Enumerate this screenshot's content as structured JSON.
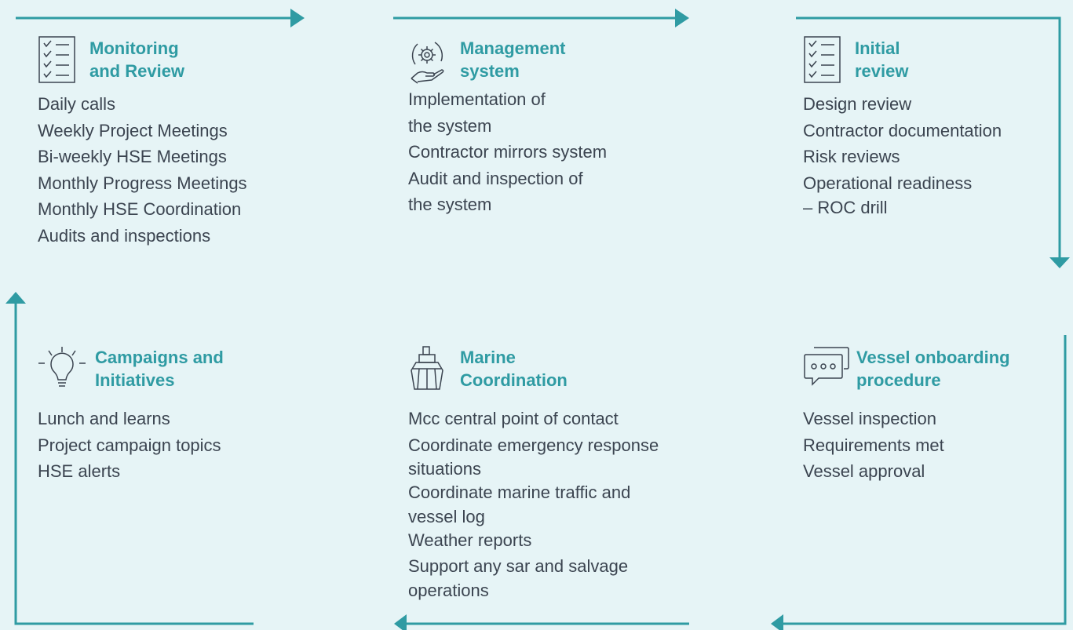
{
  "blocks": [
    {
      "key": "monitoring",
      "icon": "checklist-icon",
      "title": [
        "Monitoring",
        "and Review"
      ],
      "items": [
        [
          "Daily calls"
        ],
        [
          "Weekly Project Meetings"
        ],
        [
          "Bi-weekly HSE Meetings"
        ],
        [
          "Monthly Progress Meetings"
        ],
        [
          "Monthly HSE Coordination"
        ],
        [
          "Audits and inspections"
        ]
      ]
    },
    {
      "key": "management",
      "icon": "gear-hand-icon",
      "title": [
        "Management",
        "system"
      ],
      "items": [
        [
          "Implementation of",
          "the system"
        ],
        [
          "Contractor mirrors system"
        ],
        [
          "Audit and inspection of",
          "the system"
        ]
      ]
    },
    {
      "key": "initial",
      "icon": "checklist-icon",
      "title": [
        "Initial",
        "review"
      ],
      "items": [
        [
          "Design review"
        ],
        [
          "Contractor documentation"
        ],
        [
          "Risk reviews"
        ],
        [
          "Operational readiness",
          "– ROC drill"
        ]
      ]
    },
    {
      "key": "campaigns",
      "icon": "lightbulb-icon",
      "title": [
        "Campaigns and",
        "Initiatives"
      ],
      "items": [
        [
          "Lunch and learns"
        ],
        [
          "Project campaign topics"
        ],
        [
          "HSE alerts"
        ]
      ]
    },
    {
      "key": "marine",
      "icon": "ship-icon",
      "title": [
        "Marine",
        "Coordination"
      ],
      "items": [
        [
          "Mcc central point of contact"
        ],
        [
          "Coordinate emergency response",
          "situations"
        ],
        [
          "Coordinate marine traffic and",
          "vessel log"
        ],
        [
          "Weather reports"
        ],
        [
          "Support any sar and salvage",
          "operations"
        ]
      ]
    },
    {
      "key": "vessel",
      "icon": "chat-bubble-icon",
      "title": [
        "Vessel onboarding",
        "procedure"
      ],
      "items": [
        [
          "Vessel inspection"
        ],
        [
          "Requirements met"
        ],
        [
          "Vessel approval"
        ]
      ]
    }
  ],
  "colors": {
    "accent": "#2f9ba3",
    "text": "#3b4450",
    "background": "#e6f4f6"
  }
}
